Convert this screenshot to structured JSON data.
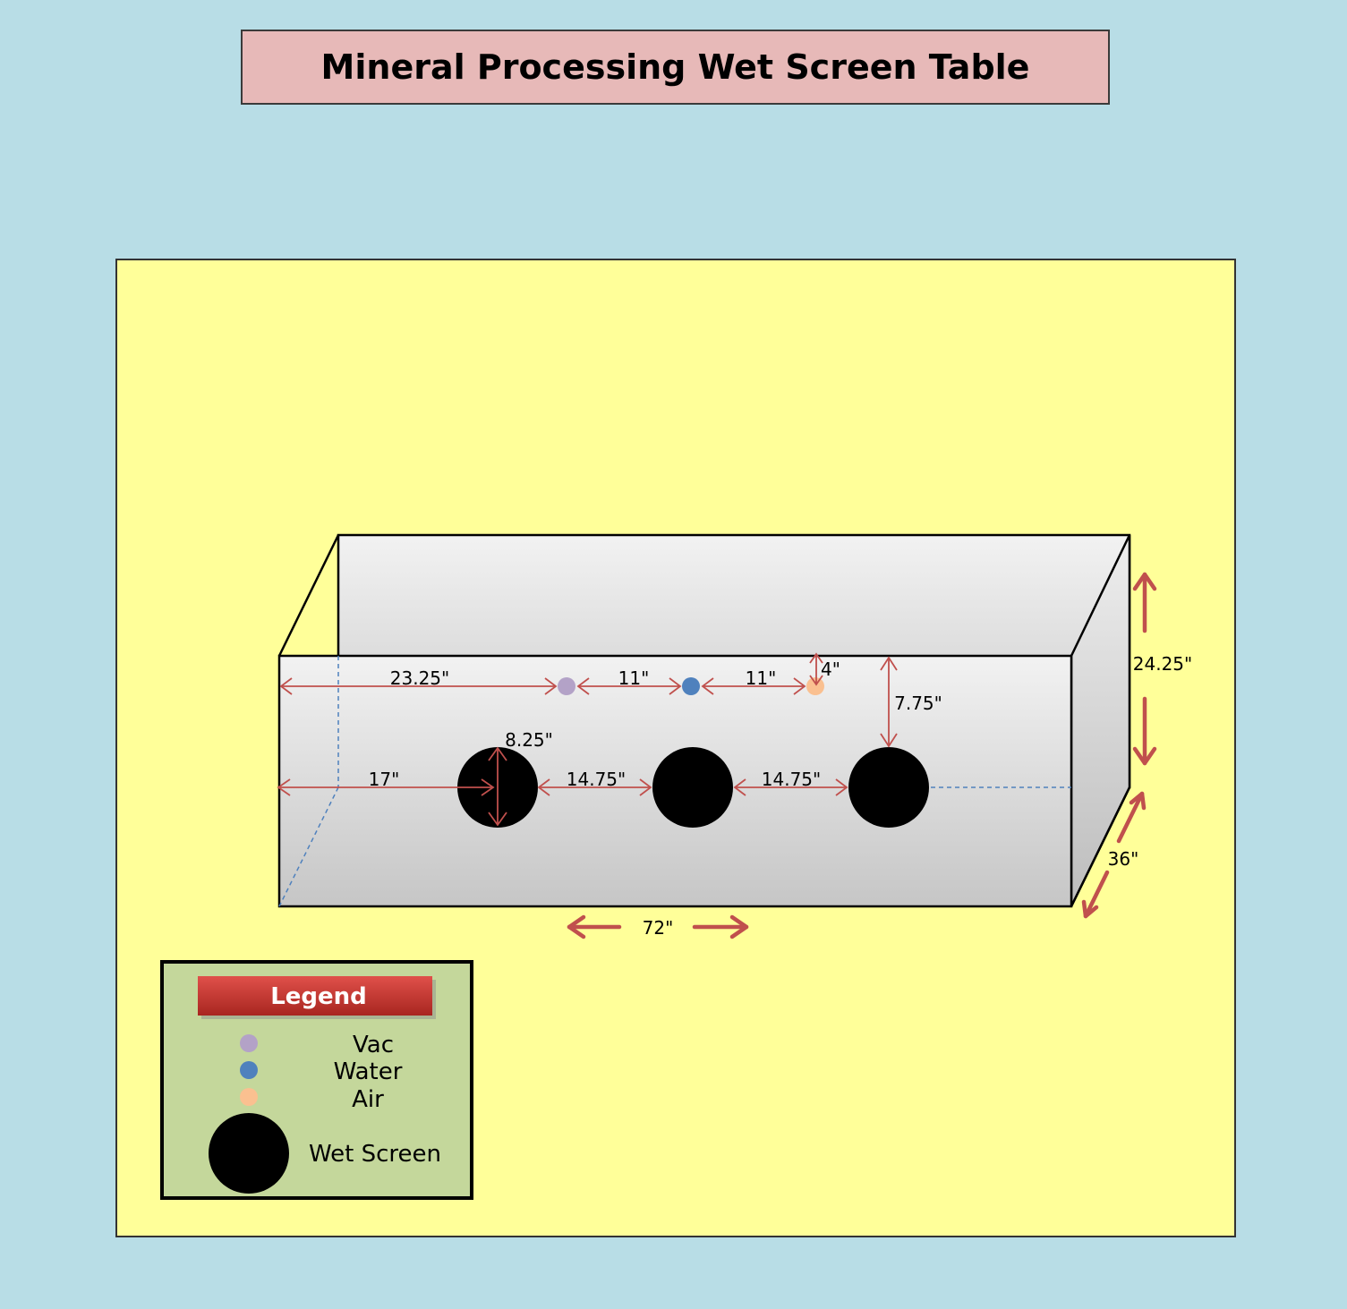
{
  "title": "Mineral Processing Wet Screen Table",
  "dimensions": {
    "vac_from_left": "23.25\"",
    "vac_to_water": "11\"",
    "water_to_air": "11\"",
    "air_from_top": "4\"",
    "screen_from_top": "7.75\"",
    "screen_diameter": "8.25\"",
    "screen_from_left": "17\"",
    "screen1_to_screen2": "14.75\"",
    "screen2_to_screen3": "14.75\"",
    "height": "24.25\"",
    "depth": "36\"",
    "length": "72\""
  },
  "legend": {
    "title": "Legend",
    "items": [
      {
        "label": "Vac",
        "color": "#b3a2c7"
      },
      {
        "label": "Water",
        "color": "#4f81bd"
      },
      {
        "label": "Air",
        "color": "#fac090"
      },
      {
        "label": "Wet Screen",
        "color": "#000000"
      }
    ]
  },
  "colors": {
    "background": "#b8dde6",
    "panel": "#ffff99",
    "title_box": "#e7b9b8",
    "dimension_arrow": "#c0504d",
    "legend_box": "#c4d79b",
    "legend_title_bar": "#c0392b"
  }
}
